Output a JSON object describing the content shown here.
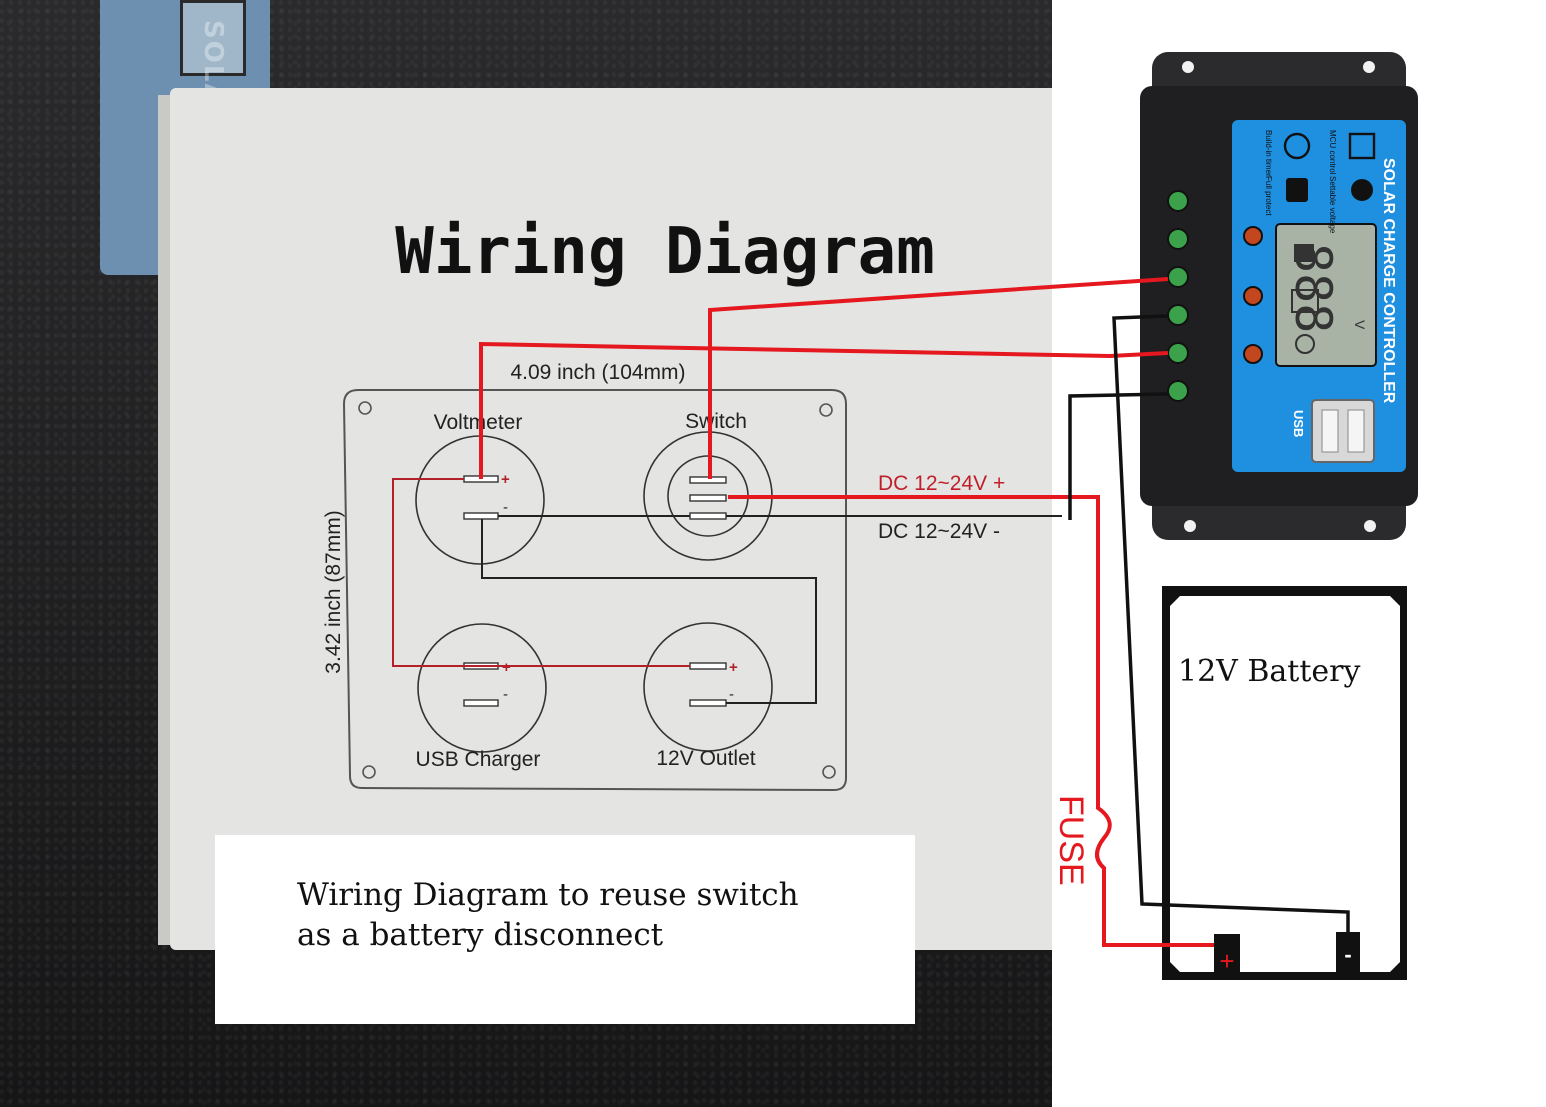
{
  "box": {
    "title": "Wiring Diagram",
    "width_label": "4.09 inch (104mm)",
    "height_label": "3.42 inch (87mm)",
    "voltmeter": "Voltmeter",
    "switch": "Switch",
    "usb_charger": "USB Charger",
    "outlet": "12V Outlet",
    "dc_plus": "DC 12~24V +",
    "dc_minus": "DC 12~24V -",
    "plus": "+",
    "minus": "-"
  },
  "background_device_text": "SOLAR CHA",
  "controller": {
    "title": "SOLAR CHARGE CONTROLLER",
    "lcd_digits": "888",
    "lcd_unit": "V",
    "usb_mark": "USB",
    "features": [
      "Build-in timer",
      "MCU control",
      "Full protect",
      "Settable voltage"
    ]
  },
  "battery": {
    "label": "12V Battery",
    "plus": "+",
    "minus": "-"
  },
  "fuse_label": "FUSE",
  "caption": {
    "line1": "Wiring Diagram to reuse switch",
    "line2": "as a battery disconnect"
  },
  "colors": {
    "red_wire": "#e4181e",
    "black_wire": "#111111",
    "controller_body": "#2b2b2d",
    "controller_panel": "#1f8fe0"
  }
}
